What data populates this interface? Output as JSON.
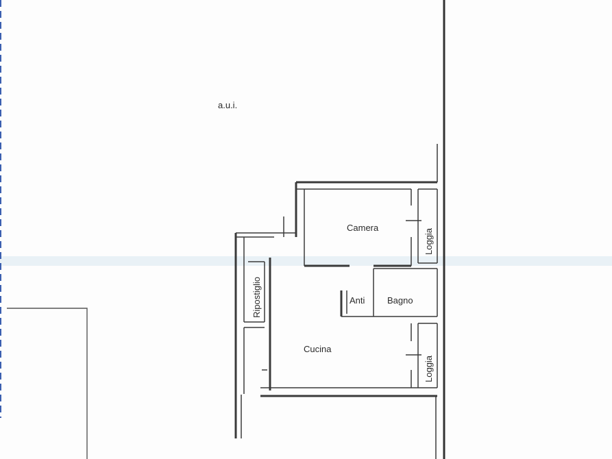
{
  "labels": {
    "aui": "a.u.i.",
    "camera": "Camera",
    "loggia_top": "Loggia",
    "anti": "Anti",
    "bagno": "Bagno",
    "ripostiglio": "Ripostiglio",
    "cucina": "Cucina",
    "loggia_bottom": "Loggia"
  },
  "colors": {
    "ink": "#3a3a3a",
    "paper": "#fdfdfd",
    "scan_edge": "#3b5fb0",
    "scan_band": "#e4eef4"
  }
}
